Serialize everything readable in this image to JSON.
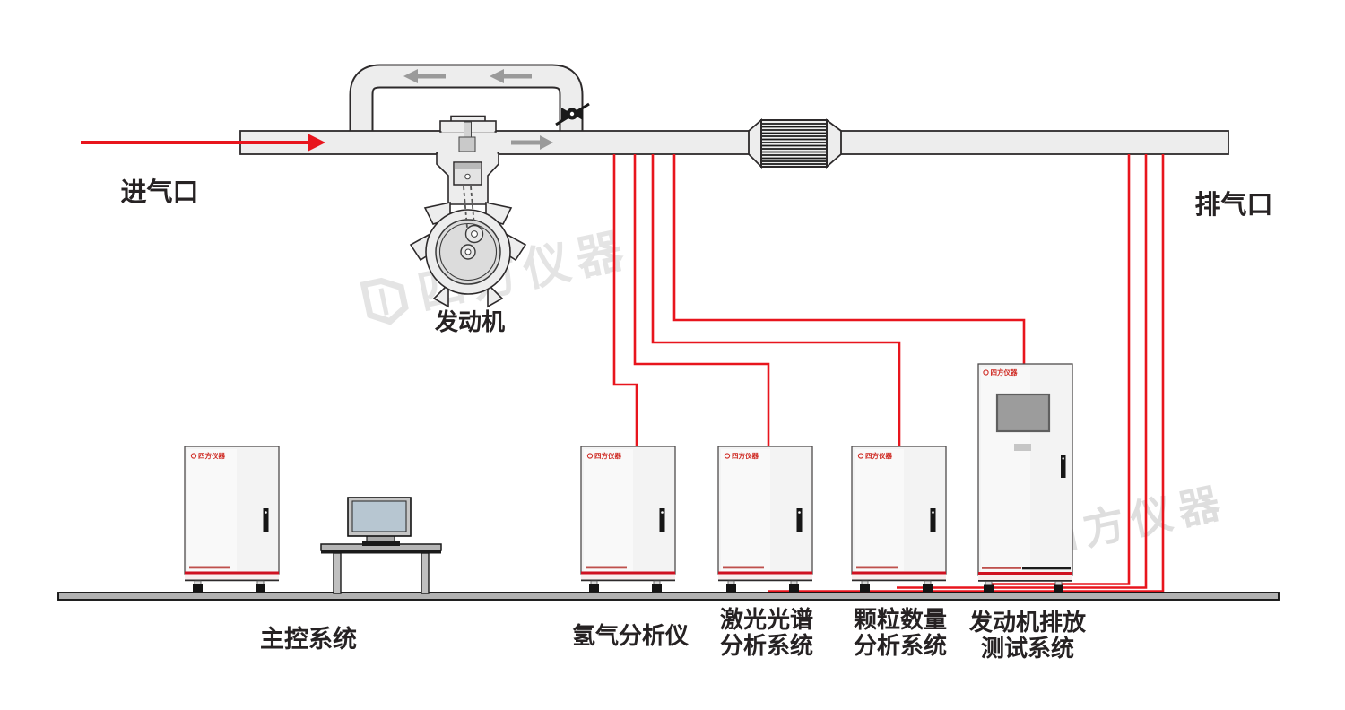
{
  "diagram": {
    "title_context": "engine-emission-test-bench-diagram",
    "labels": {
      "intake": "进气口",
      "exhaust": "排气口",
      "engine": "发动机",
      "main_control": "主控系统",
      "hydrogen_analyzer": "氢气分析仪",
      "laser_line1": "激光光谱",
      "laser_line2": "分析系统",
      "particle_line1": "颗粒数量",
      "particle_line2": "分析系统",
      "emission_line1": "发动机排放",
      "emission_line2": "测试系统"
    },
    "watermark_text": "四方仪器",
    "cabinet_logo": "四方仪器",
    "colors": {
      "sample_line_red": "#e8151d",
      "cabinet_stripe_red": "#cf1020",
      "pipe_fill": "#ededed",
      "outline": "#2d2a2b",
      "arrow_gray": "#9a9a9a",
      "watermark_gray": "#e2e2e2",
      "floor_gray": "#b2b2b2"
    }
  }
}
